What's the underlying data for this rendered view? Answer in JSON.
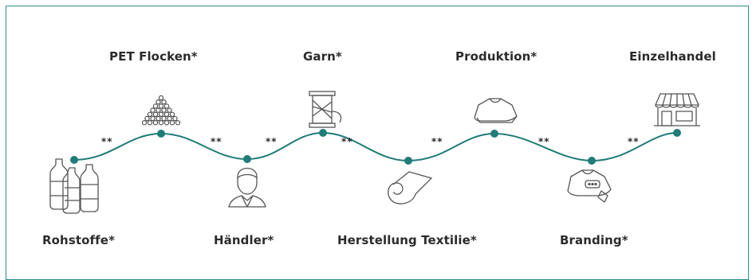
{
  "colors": {
    "accent": "#1f7c78",
    "frame": "#2a8a86",
    "icon": "#555555"
  },
  "stages": [
    {
      "label": "Rohstoffe*",
      "icon": "bottles-icon"
    },
    {
      "label": "PET Flocken*",
      "icon": "pellets-icon"
    },
    {
      "label": "Händler*",
      "icon": "person-icon"
    },
    {
      "label": "Garn*",
      "icon": "spool-icon"
    },
    {
      "label": "Herstellung Textilie*",
      "icon": "fabric-roll-icon"
    },
    {
      "label": "Produktion*",
      "icon": "folded-shirt-icon"
    },
    {
      "label": "Branding*",
      "icon": "shirt-tag-icon"
    },
    {
      "label": "Einzelhandel",
      "icon": "store-icon"
    }
  ],
  "connector_marks": [
    "**",
    "**",
    "**",
    "**",
    "**",
    "**",
    "**"
  ]
}
